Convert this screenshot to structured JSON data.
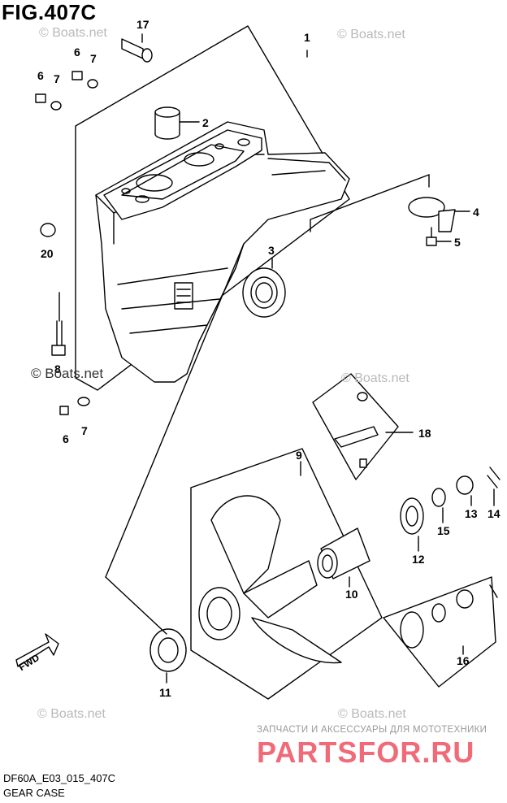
{
  "figure": {
    "title": "FIG.407C"
  },
  "callouts": {
    "c1": "1",
    "c2": "2",
    "c3": "3",
    "c4": "4",
    "c5": "5",
    "c6a": "6",
    "c6b": "6",
    "c6c": "6",
    "c7a": "7",
    "c7b": "7",
    "c7c": "7",
    "c8": "8",
    "c9": "9",
    "c10": "10",
    "c11": "11",
    "c12": "12",
    "c13": "13",
    "c14": "14",
    "c15": "15",
    "c16": "16",
    "c17": "17",
    "c18": "18",
    "c20": "20"
  },
  "watermarks": {
    "w1": "© Boats.net",
    "w2": "© Boats.net",
    "w3": "© Boats.net",
    "w4": "© Boats.net",
    "w5": "© Boats.net",
    "w6": "© Boats.net"
  },
  "direction_label": "FWD",
  "shop": {
    "caption": "ЗАПЧАСТИ И АКСЕССУАРЫ ДЛЯ МОТОТЕХНИКИ",
    "logo": "PARTSFOR.RU"
  },
  "footer": {
    "code": "DF60A_E03_015_407C",
    "name": "GEAR CASE"
  }
}
